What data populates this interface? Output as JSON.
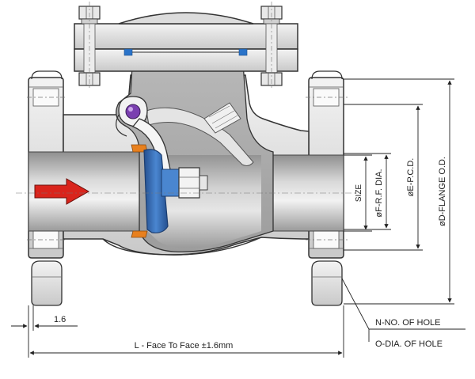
{
  "diagram": {
    "labels": {
      "size": "SIZE",
      "rf_dia": "øF-R.F. DIA.",
      "pcd": "øE-P.C.D.",
      "flange_od": "øD-FLANGE O.D.",
      "rf_height": "1.6",
      "face_to_face": "L - Face To Face ±1.6mm",
      "no_of_hole": "N-NO. OF HOLE",
      "dia_of_hole": "O-DIA. OF HOLE"
    },
    "colors": {
      "body_light": "#e9e9e9",
      "body_mid": "#c8c8c8",
      "body_dark": "#9a9a9a",
      "outline": "#333333",
      "disc_blue": "#3a6fb5",
      "seal_orange": "#e8801e",
      "arrow_red": "#d9241c",
      "pin_purple": "#7a3fb0",
      "gasket_blue": "#2a73c9"
    }
  }
}
